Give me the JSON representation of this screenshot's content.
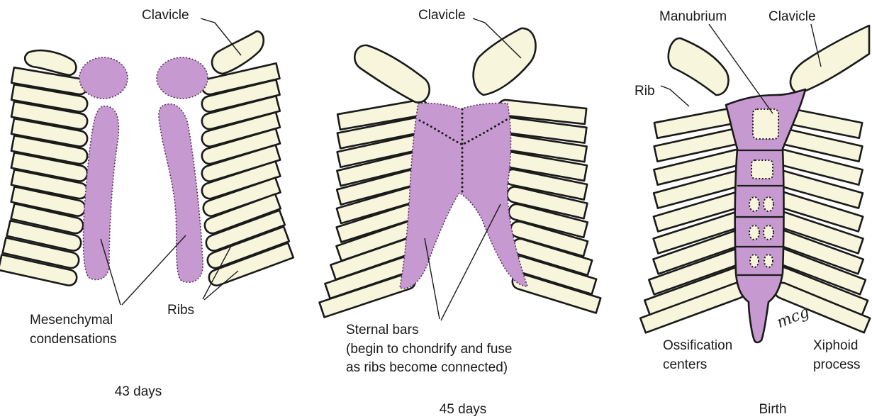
{
  "panels": [
    {
      "caption": "43 days",
      "labels": {
        "clavicle": "Clavicle",
        "mesenchymal": [
          "Mesenchymal",
          "condensations"
        ],
        "ribs": "Ribs"
      }
    },
    {
      "caption": "45 days",
      "labels": {
        "clavicle": "Clavicle",
        "sternal_bars": [
          "Sternal bars",
          "(begin to chondrify and fuse",
          "as ribs become connected)"
        ]
      }
    },
    {
      "caption": "Birth",
      "labels": {
        "manubrium": "Manubrium",
        "clavicle": "Clavicle",
        "rib": "Rib",
        "ossification": [
          "Ossification",
          "centers"
        ],
        "xiphoid": [
          "Xiphoid",
          "process"
        ]
      },
      "signature": "mcg"
    }
  ],
  "colors": {
    "cartilage": "#c69ad0",
    "bone": "#f7f5dc",
    "outline": "#1a1a1a"
  }
}
